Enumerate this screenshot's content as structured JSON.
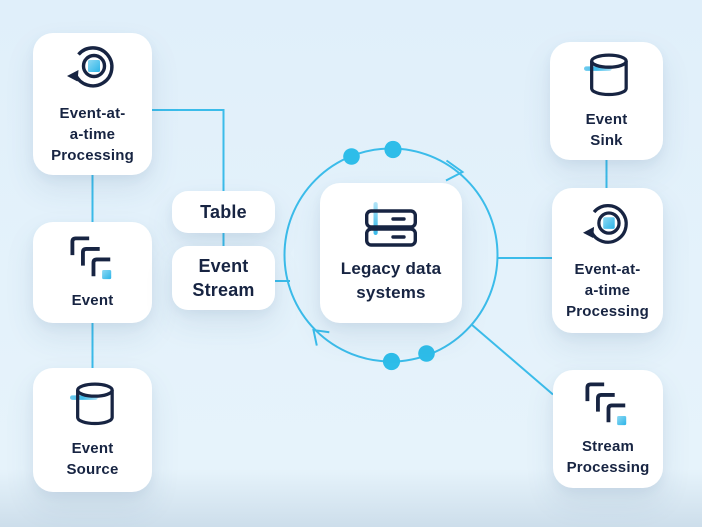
{
  "diagram": {
    "title": "Event stream processing architecture diagram",
    "colors": {
      "background_top": "#e3f1fb",
      "background_bottom": "#cfe0ed",
      "accent_cyan": "#3bbcea",
      "dot_cyan": "#2ebde9",
      "navy": "#172442",
      "card_bg": "#ffffff"
    },
    "flow_direction": "clockwise"
  },
  "nodes": {
    "eatp_left": {
      "label": "Event-at-a-time Processing",
      "lines": [
        "Event-at-",
        "a-time",
        "Processing"
      ],
      "icon": "loop-arrow-icon"
    },
    "event": {
      "label": "Event",
      "lines": [
        "Event"
      ],
      "icon": "stacked-corners-icon"
    },
    "event_source": {
      "label": "Event Source",
      "lines": [
        "Event",
        "Source"
      ],
      "icon": "database-cylinder-icon"
    },
    "table": {
      "label": "Table",
      "lines": [
        "Table"
      ]
    },
    "event_stream": {
      "label": "Event Stream",
      "lines": [
        "Event",
        "Stream"
      ]
    },
    "legacy": {
      "label": "Legacy data systems",
      "lines": [
        "Legacy data",
        "systems"
      ],
      "icon": "server-stack-icon"
    },
    "event_sink": {
      "label": "Event Sink",
      "lines": [
        "Event",
        "Sink"
      ],
      "icon": "database-cylinder-icon"
    },
    "eatp_right": {
      "label": "Event-at-a-time Processing",
      "lines": [
        "Event-at-",
        "a-time",
        "Processing"
      ],
      "icon": "loop-arrow-icon"
    },
    "stream_processing": {
      "label": "Stream Processing",
      "lines": [
        "Stream",
        "Processing"
      ],
      "icon": "stacked-corners-icon"
    }
  }
}
